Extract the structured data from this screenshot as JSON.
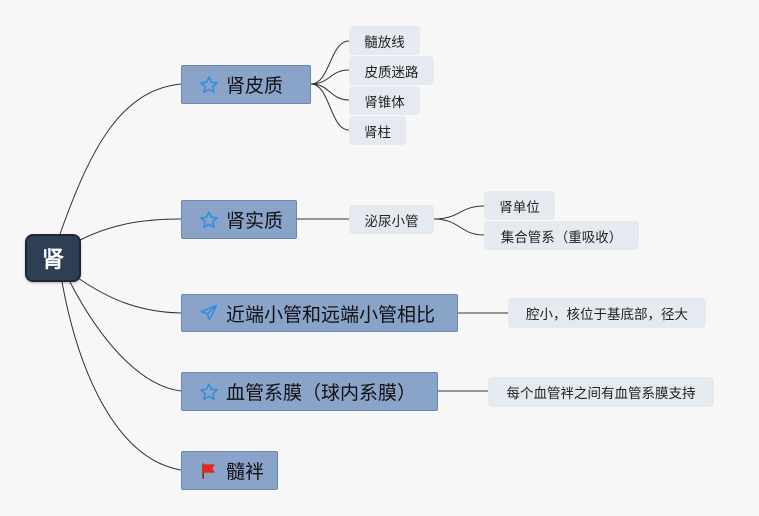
{
  "root": {
    "label": "肾"
  },
  "branches": [
    {
      "label": "肾皮质",
      "icon": "star-icon",
      "children": [
        "髓放线",
        "皮质迷路",
        "肾锥体",
        "肾柱"
      ]
    },
    {
      "label": "肾实质",
      "icon": "star-icon",
      "child": "泌尿小管",
      "grandchildren": [
        "肾单位",
        "集合管系（重吸收）"
      ]
    },
    {
      "label": "近端小管和远端小管相比",
      "icon": "paper-plane-icon",
      "child": "腔小，核位于基底部，径大"
    },
    {
      "label": "血管系膜（球内系膜）",
      "icon": "star-icon",
      "child": "每个血管袢之间有血管系膜支持"
    },
    {
      "label": "髓袢",
      "icon": "red-flag-icon"
    }
  ],
  "colors": {
    "root": "#2e3e55",
    "branch": "#8aa3c9",
    "leaf": "#e5e9f0",
    "star": "#2b8fe0",
    "flag": "#e8261e"
  }
}
